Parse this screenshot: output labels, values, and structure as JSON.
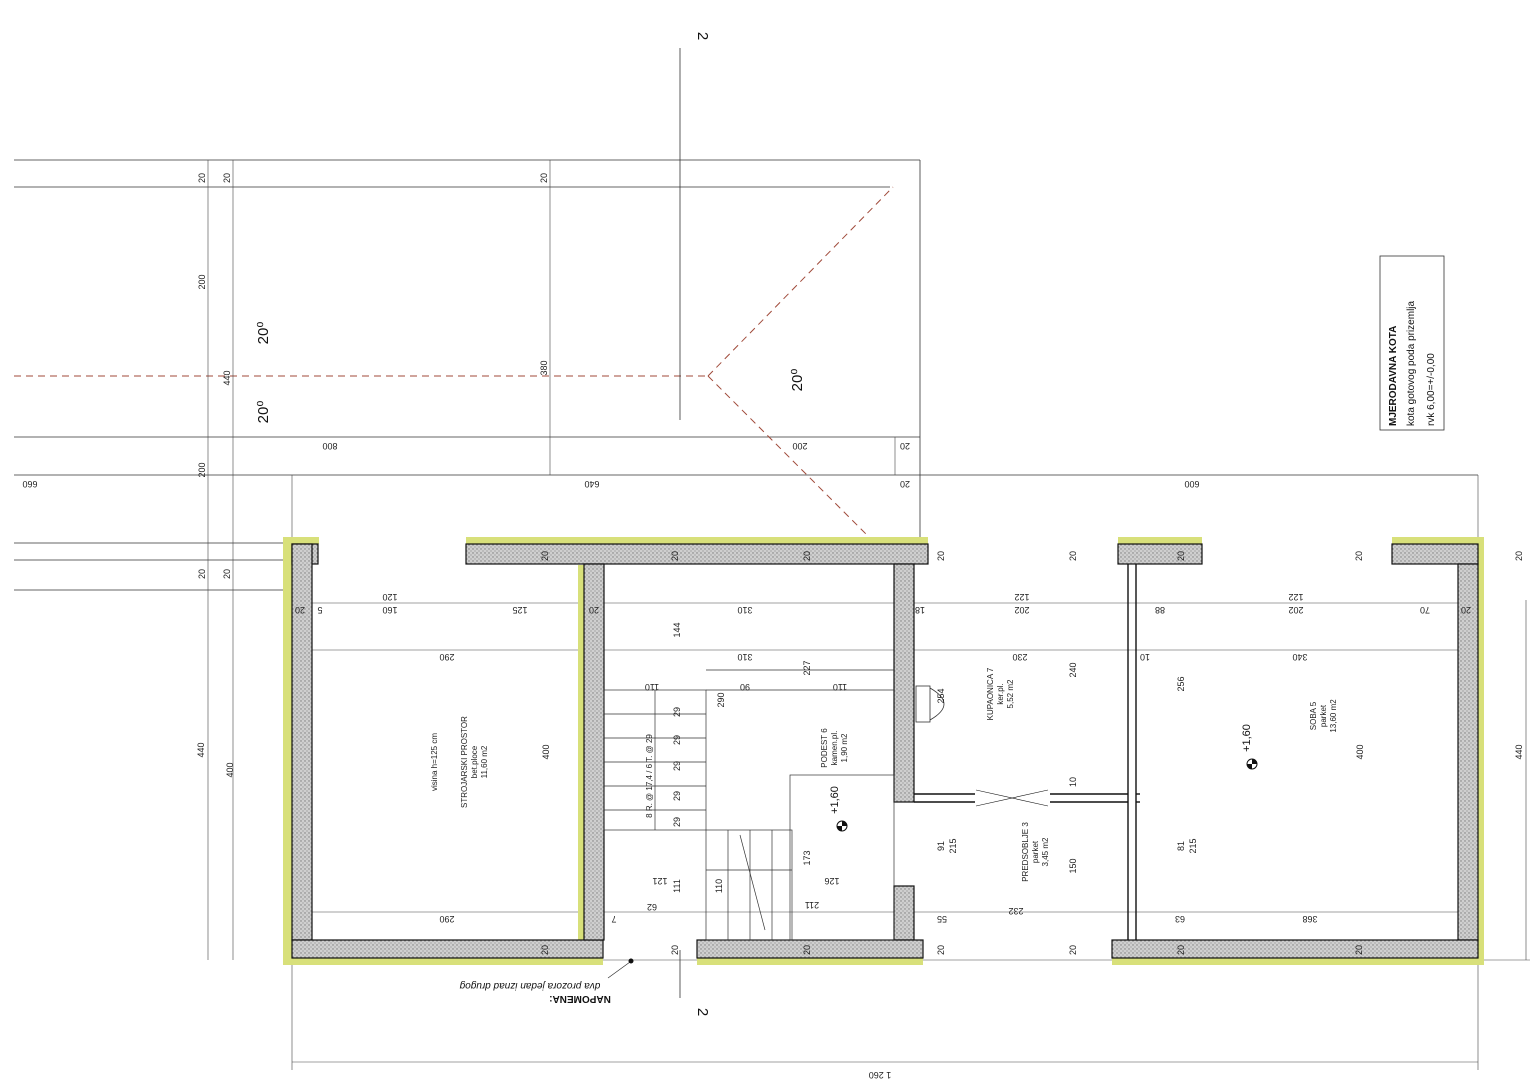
{
  "section_marker": "2",
  "roof": {
    "slope": "20⁰",
    "dims_vertical": [
      "20",
      "20",
      "20",
      "200",
      "380",
      "440",
      "200"
    ],
    "dims_horizontal": [
      "800",
      "200",
      "20",
      "20",
      "660",
      "640",
      "600"
    ]
  },
  "mjerodavna_kota": {
    "title": "MJERODAVNA KOTA",
    "line1": "kota gotovog poda prizemlja",
    "line2": "rvk 6,00=+/-0,00"
  },
  "rooms": {
    "strojarski": {
      "name": "STROJARSKI PROSTOR",
      "finish": "bet.ploce",
      "area": "11,60 m2",
      "height": "visina h=125 cm"
    },
    "podest": {
      "name": "PODEST 6",
      "finish": "kamen.pl.",
      "area": "1,90 m2"
    },
    "kupaonica": {
      "name": "KUPAONICA 7",
      "finish": "ker.pl.",
      "area": "5,52 m2"
    },
    "soba": {
      "name": "SOBA 5",
      "finish": "parket",
      "area": "13,60 m2"
    },
    "predsoblje": {
      "name": "PREDSOBLJE 3",
      "finish": "parket",
      "area": "3,45 m2"
    }
  },
  "stairs": {
    "label": "8 R. @ 17,4 / 6 T. @ 29"
  },
  "levels": {
    "podest": "+1,60",
    "soba": "+1,60"
  },
  "note": {
    "title": "NAPOMENA:",
    "text": "dva prozora jedan iznad drugog"
  },
  "dims": {
    "d20": "20",
    "d5": "5",
    "d160": "160",
    "d120": "120",
    "d125": "125",
    "d310": "310",
    "d18": "18",
    "d202": "202",
    "d122": "122",
    "d88": "88",
    "d70": "70",
    "d290": "290",
    "d230": "230",
    "d10": "10",
    "d340": "340",
    "d90": "90",
    "d110": "110",
    "d227": "227",
    "d144": "144",
    "d254": "254",
    "d240": "240",
    "d256": "256",
    "d400": "400",
    "d440": "440",
    "d29": "29",
    "d91": "91",
    "d215": "215",
    "d81": "81",
    "d150": "150",
    "d173": "173",
    "d111": "111",
    "d121": "121",
    "d126": "126",
    "d7": "7",
    "d55": "55",
    "d63": "63",
    "d368": "368",
    "d232": "232",
    "d1260": "1 260",
    "d211": "211",
    "d62": "62"
  }
}
